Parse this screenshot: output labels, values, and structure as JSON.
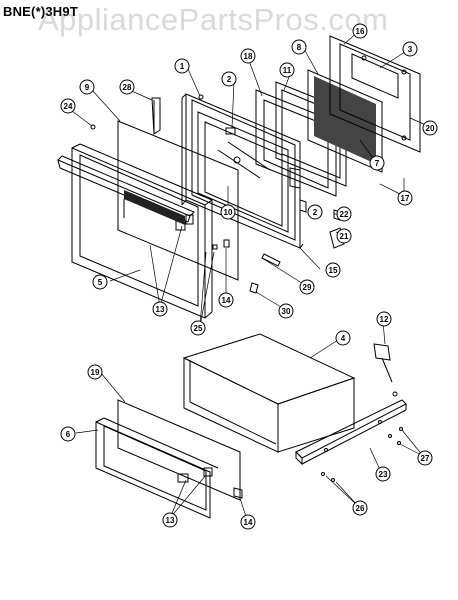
{
  "header": {
    "model": "BNE(*)3H9T",
    "watermark": "AppliancePartsPros.com"
  },
  "colors": {
    "line": "#000000",
    "watermark": "#808080",
    "background": "#ffffff"
  },
  "callouts": [
    "1",
    "2",
    "3",
    "4",
    "5",
    "6",
    "7",
    "8",
    "9",
    "10",
    "11",
    "12",
    "13",
    "14",
    "15",
    "16",
    "17",
    "18",
    "19",
    "20",
    "21",
    "22",
    "23",
    "24",
    "25",
    "26",
    "27",
    "28",
    "29",
    "30"
  ]
}
